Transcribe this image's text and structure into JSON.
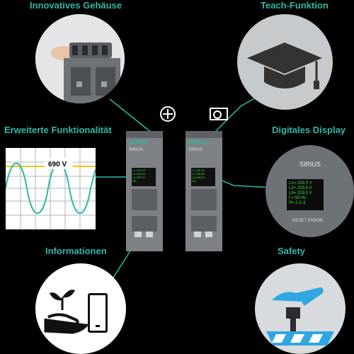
{
  "labels": {
    "innovatives_gehaeuse": "Innovatives Gehäuse",
    "teach_funktion": "Teach-Funktion",
    "erweiterte_funktionalitaet": "Erweiterte Funktionalität",
    "digitales_display": "Digitales Display",
    "informationen": "Informationen",
    "safety": "Safety"
  },
  "sine_chart": {
    "threshold_label": "690 V"
  },
  "device_left": {
    "brand": "SIEMENS",
    "product": "SIRIUS",
    "display_lines": [
      "L1 229.2V",
      "L2 228.8V",
      "L3 229.5V",
      "OK"
    ]
  },
  "device_right": {
    "brand": "SIEMENS",
    "product": "SIRIUS",
    "display_lines": [
      "L1 229.2V",
      "L2 228.8V",
      "L3 229.5V",
      "OK"
    ]
  },
  "display_zoom": {
    "product": "SIRIUS",
    "lines": [
      "L1= 229.3 V",
      "L2= 229.4 V",
      "L3= 229.5 V",
      "f = 50 Hz",
      "P= 1-2-3"
    ],
    "footer": "RESET ERROR"
  },
  "colors": {
    "accent": "#2fb8a6",
    "background": "#000000",
    "circle_bg": "#ffffff",
    "display_green": "#3be34a"
  },
  "icons": [
    "graduation-cap-icon",
    "plant-hand-icon",
    "smartphone-icon",
    "safety-hand-icon",
    "plus-circle-icon",
    "square-circle-icon"
  ]
}
